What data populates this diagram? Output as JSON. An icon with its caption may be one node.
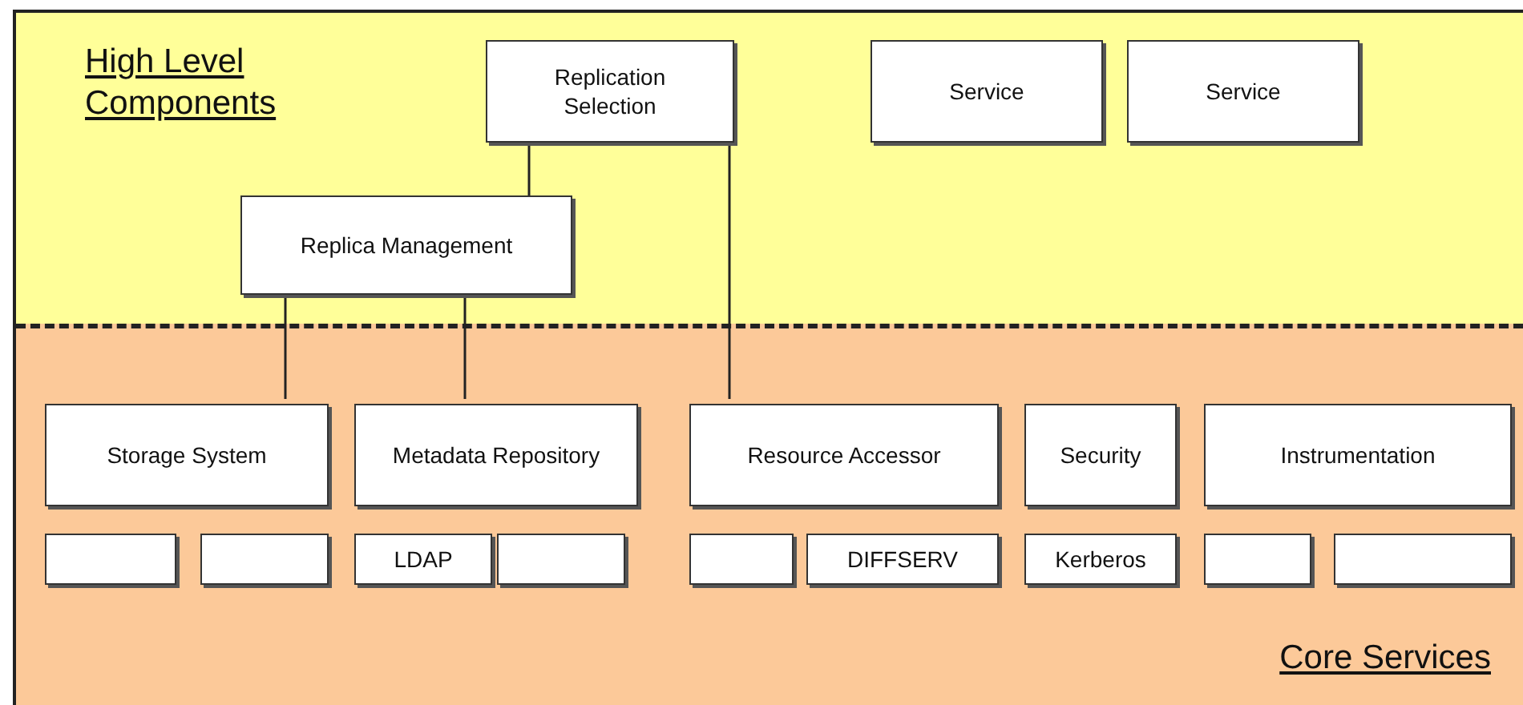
{
  "diagram": {
    "nodes": [
      {
        "text": [
          "High Level Components"
        ]
      },
      {
        "text": [
          "Replication Selection"
        ],
        "in": 0
      },
      {
        "text": [
          "Service"
        ],
        "in": 0
      },
      {
        "text": [
          "Service"
        ],
        "in": 0
      },
      {
        "text": [
          "Replica Management"
        ],
        "in": 0
      },
      {
        "text": [
          "Core Services"
        ]
      },
      {
        "text": [
          "Storage System"
        ],
        "in": 5
      },
      {
        "text": [
          "Metadata Repository"
        ],
        "in": 5
      },
      {
        "text": [
          "Resource Accessor"
        ],
        "in": 5
      },
      {
        "text": [
          "Security"
        ],
        "in": 5
      },
      {
        "text": [
          "Instrumentation"
        ],
        "in": 5
      },
      {
        "text": [],
        "shape": "box",
        "in": 5
      },
      {
        "text": [],
        "shape": "box",
        "in": 5
      },
      {
        "text": [
          "LDAP"
        ],
        "in": 5
      },
      {
        "text": [],
        "shape": "box",
        "in": 5
      },
      {
        "text": [],
        "shape": "box",
        "in": 5
      },
      {
        "text": [
          "DIFFSERV"
        ],
        "in": 5
      },
      {
        "text": [
          "Kerberos"
        ],
        "in": 5
      },
      {
        "text": [],
        "shape": "box",
        "in": 5
      },
      {
        "text": [],
        "shape": "box",
        "in": 5
      }
    ],
    "edges": [
      {
        "from": 1,
        "to": 4,
        "arrow": "none"
      },
      {
        "from": 4,
        "to": 6,
        "arrow": "none"
      },
      {
        "from": 4,
        "to": 7,
        "arrow": "none"
      },
      {
        "from": 1,
        "to": 8,
        "arrow": "none"
      }
    ]
  }
}
